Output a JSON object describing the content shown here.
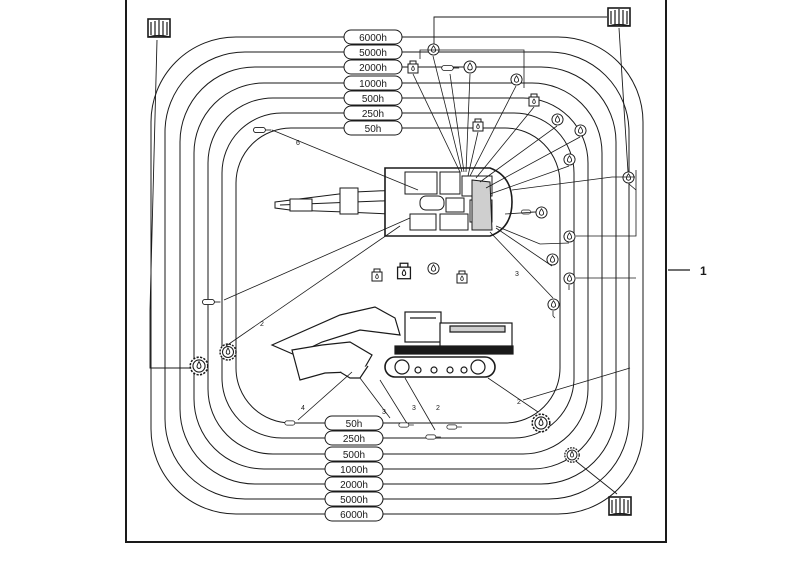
{
  "callout": {
    "number": "1"
  },
  "top_labels": [
    "6000h",
    "5000h",
    "2000h",
    "1000h",
    "500h",
    "250h",
    "50h"
  ],
  "bottom_labels": [
    "50h",
    "250h",
    "500h",
    "1000h",
    "2000h",
    "5000h",
    "6000h"
  ],
  "leader_numbers": {
    "top_left": "6",
    "left": "2",
    "right": "3",
    "bottom_a": "4",
    "bottom_b": "3",
    "bottom_c": "3",
    "bottom_d": "2",
    "bottom_right": "2"
  },
  "colors": {
    "ink": "#1a1a1a",
    "paper": "#ffffff",
    "gray": "#777777"
  },
  "icons": [
    "manual-book-icon",
    "oil-drop-icon",
    "grease-gun-icon",
    "filter-icon",
    "gear-icon"
  ]
}
